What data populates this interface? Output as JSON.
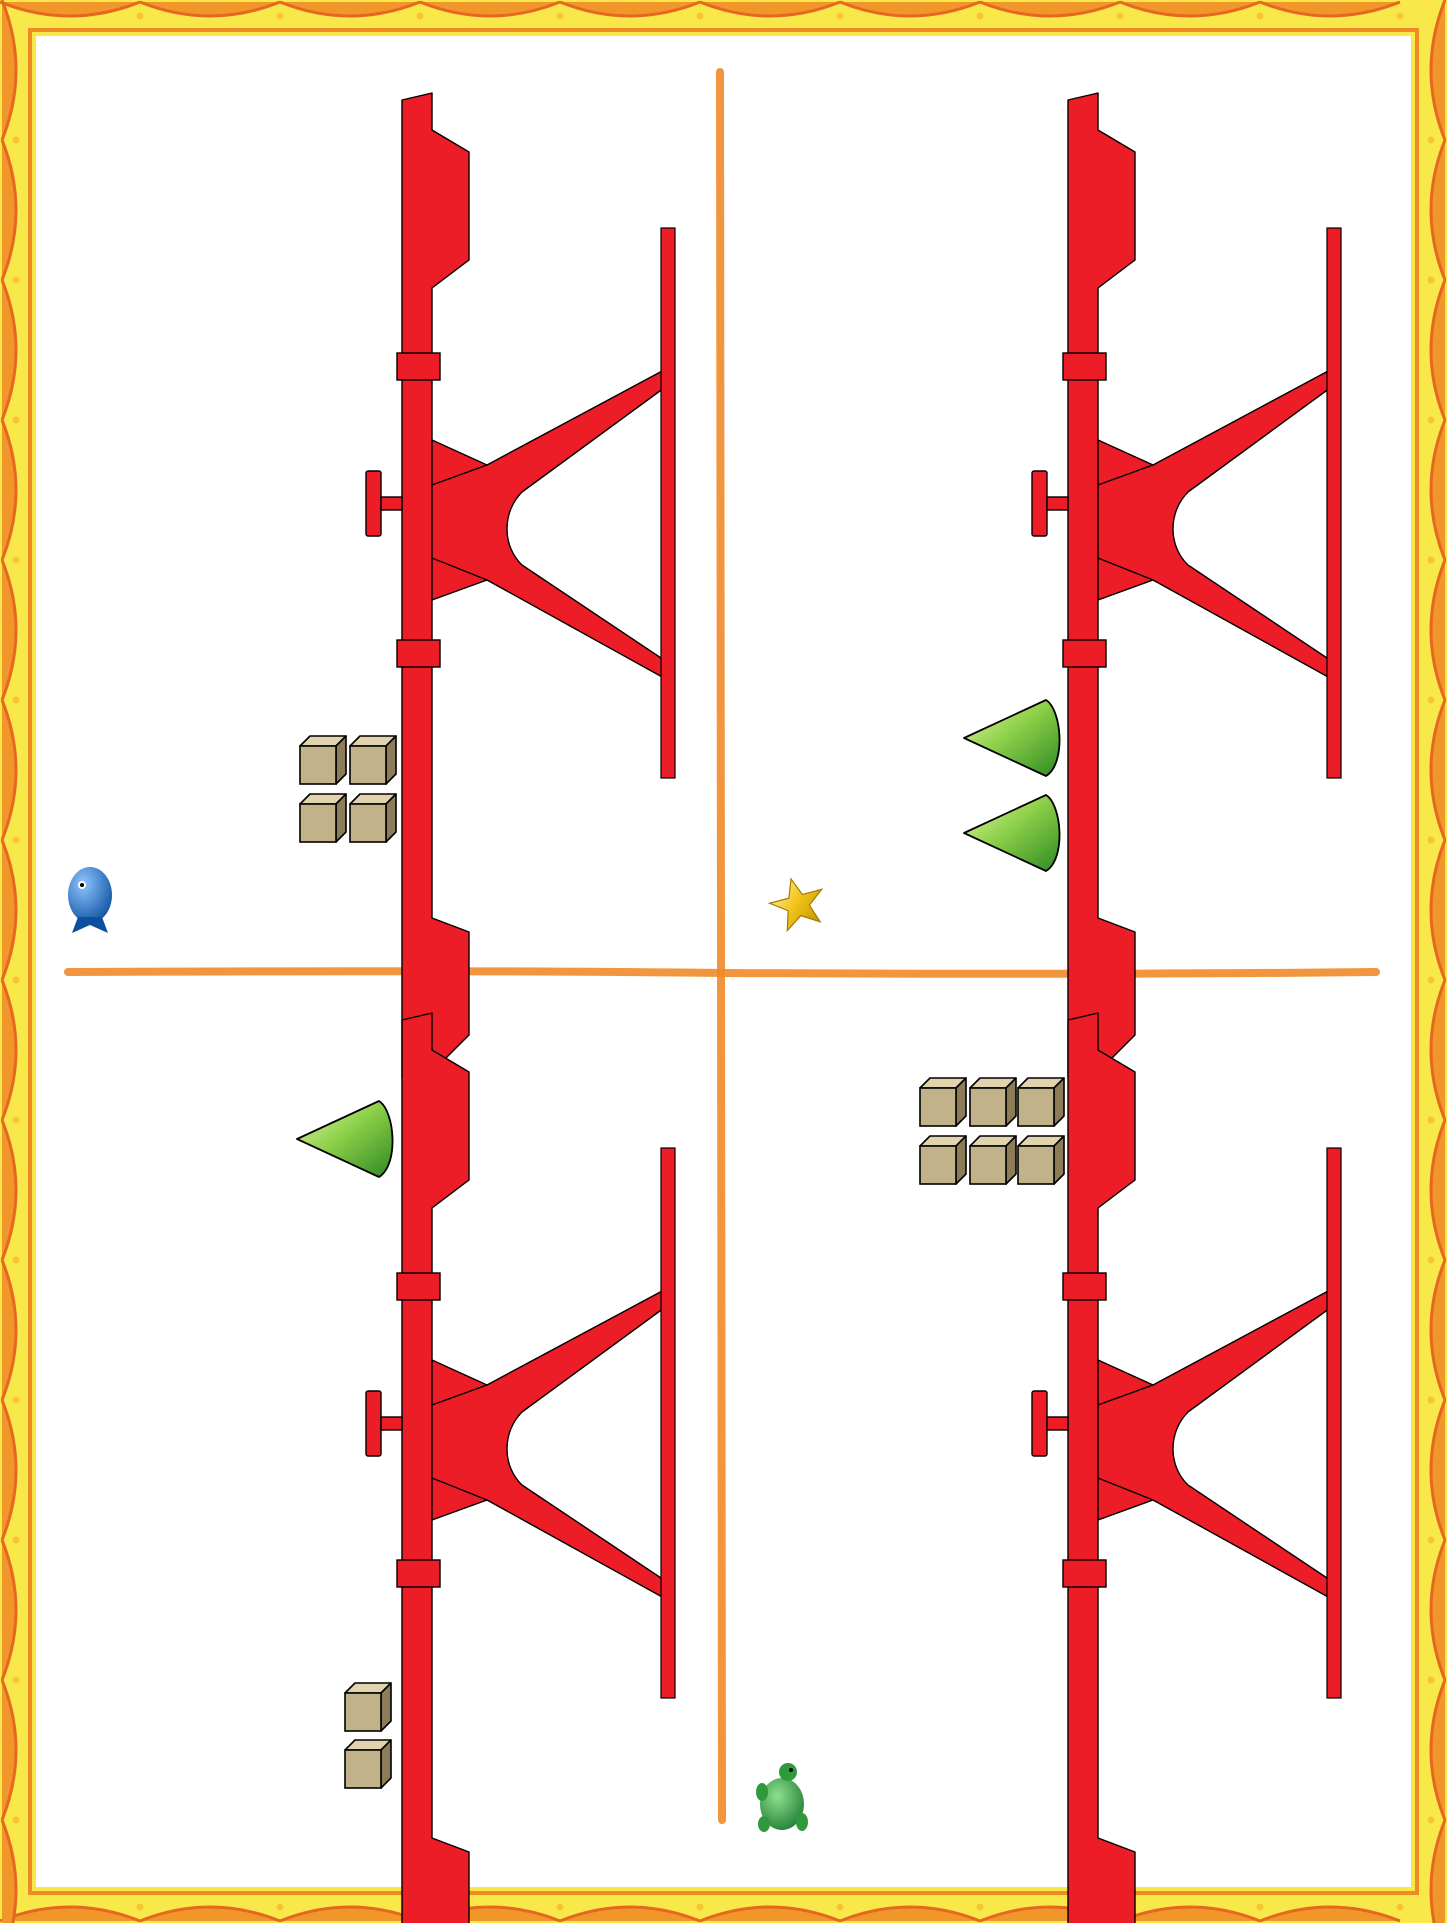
{
  "colors": {
    "frame_yellow": "#f9e84a",
    "frame_orange": "#f08a24",
    "frame_dot": "#f7c531",
    "paper": "#ffffff",
    "divider": "#f08a2a",
    "balance_red": "#ec1d26",
    "cube_fill": "#c2b28a",
    "cone_green": "#6fbf3a",
    "fish_blue": "#1f6fc0",
    "star_gold": "#f2c218",
    "turtle_green": "#2f9a3c"
  },
  "panels": [
    {
      "id": "top-left",
      "pan_top": "empty",
      "pan_bottom": "cubes",
      "cube_count": 4,
      "corner_icon": "fish-icon"
    },
    {
      "id": "top-right",
      "pan_top": "empty",
      "pan_bottom": "cones",
      "cone_count": 2,
      "corner_icon": "star-icon"
    },
    {
      "id": "bottom-left",
      "pan_top": "cones",
      "cone_count": 1,
      "pan_bottom": "cubes",
      "cube_count": 2,
      "corner_icon": "none"
    },
    {
      "id": "bottom-right",
      "pan_top": "cubes",
      "cube_count": 6,
      "pan_bottom": "empty",
      "corner_icon": "turtle-icon"
    }
  ]
}
